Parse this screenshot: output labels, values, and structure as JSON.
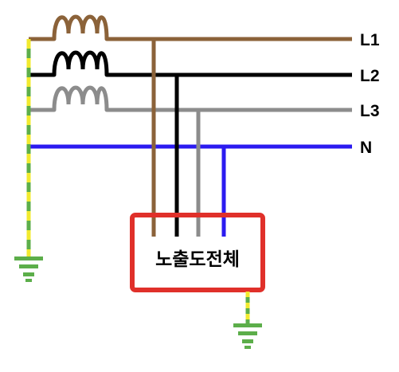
{
  "diagram": {
    "lines": [
      {
        "id": "L1",
        "label": "L1",
        "color": "#8B6239"
      },
      {
        "id": "L2",
        "label": "L2",
        "color": "#000000"
      },
      {
        "id": "L3",
        "label": "L3",
        "color": "#8C8C8C"
      },
      {
        "id": "N",
        "label": "N",
        "color": "#2B1BF0"
      }
    ],
    "equipment_label": "노출도전체",
    "colors": {
      "equipment_border": "#E0302A",
      "earth_green": "#5CAE4A",
      "earth_yellow": "#F2EA2E",
      "ground_symbol": "#5CAE4A"
    },
    "icons": [
      "transformer-coil-icon",
      "earth-ground-icon"
    ]
  }
}
